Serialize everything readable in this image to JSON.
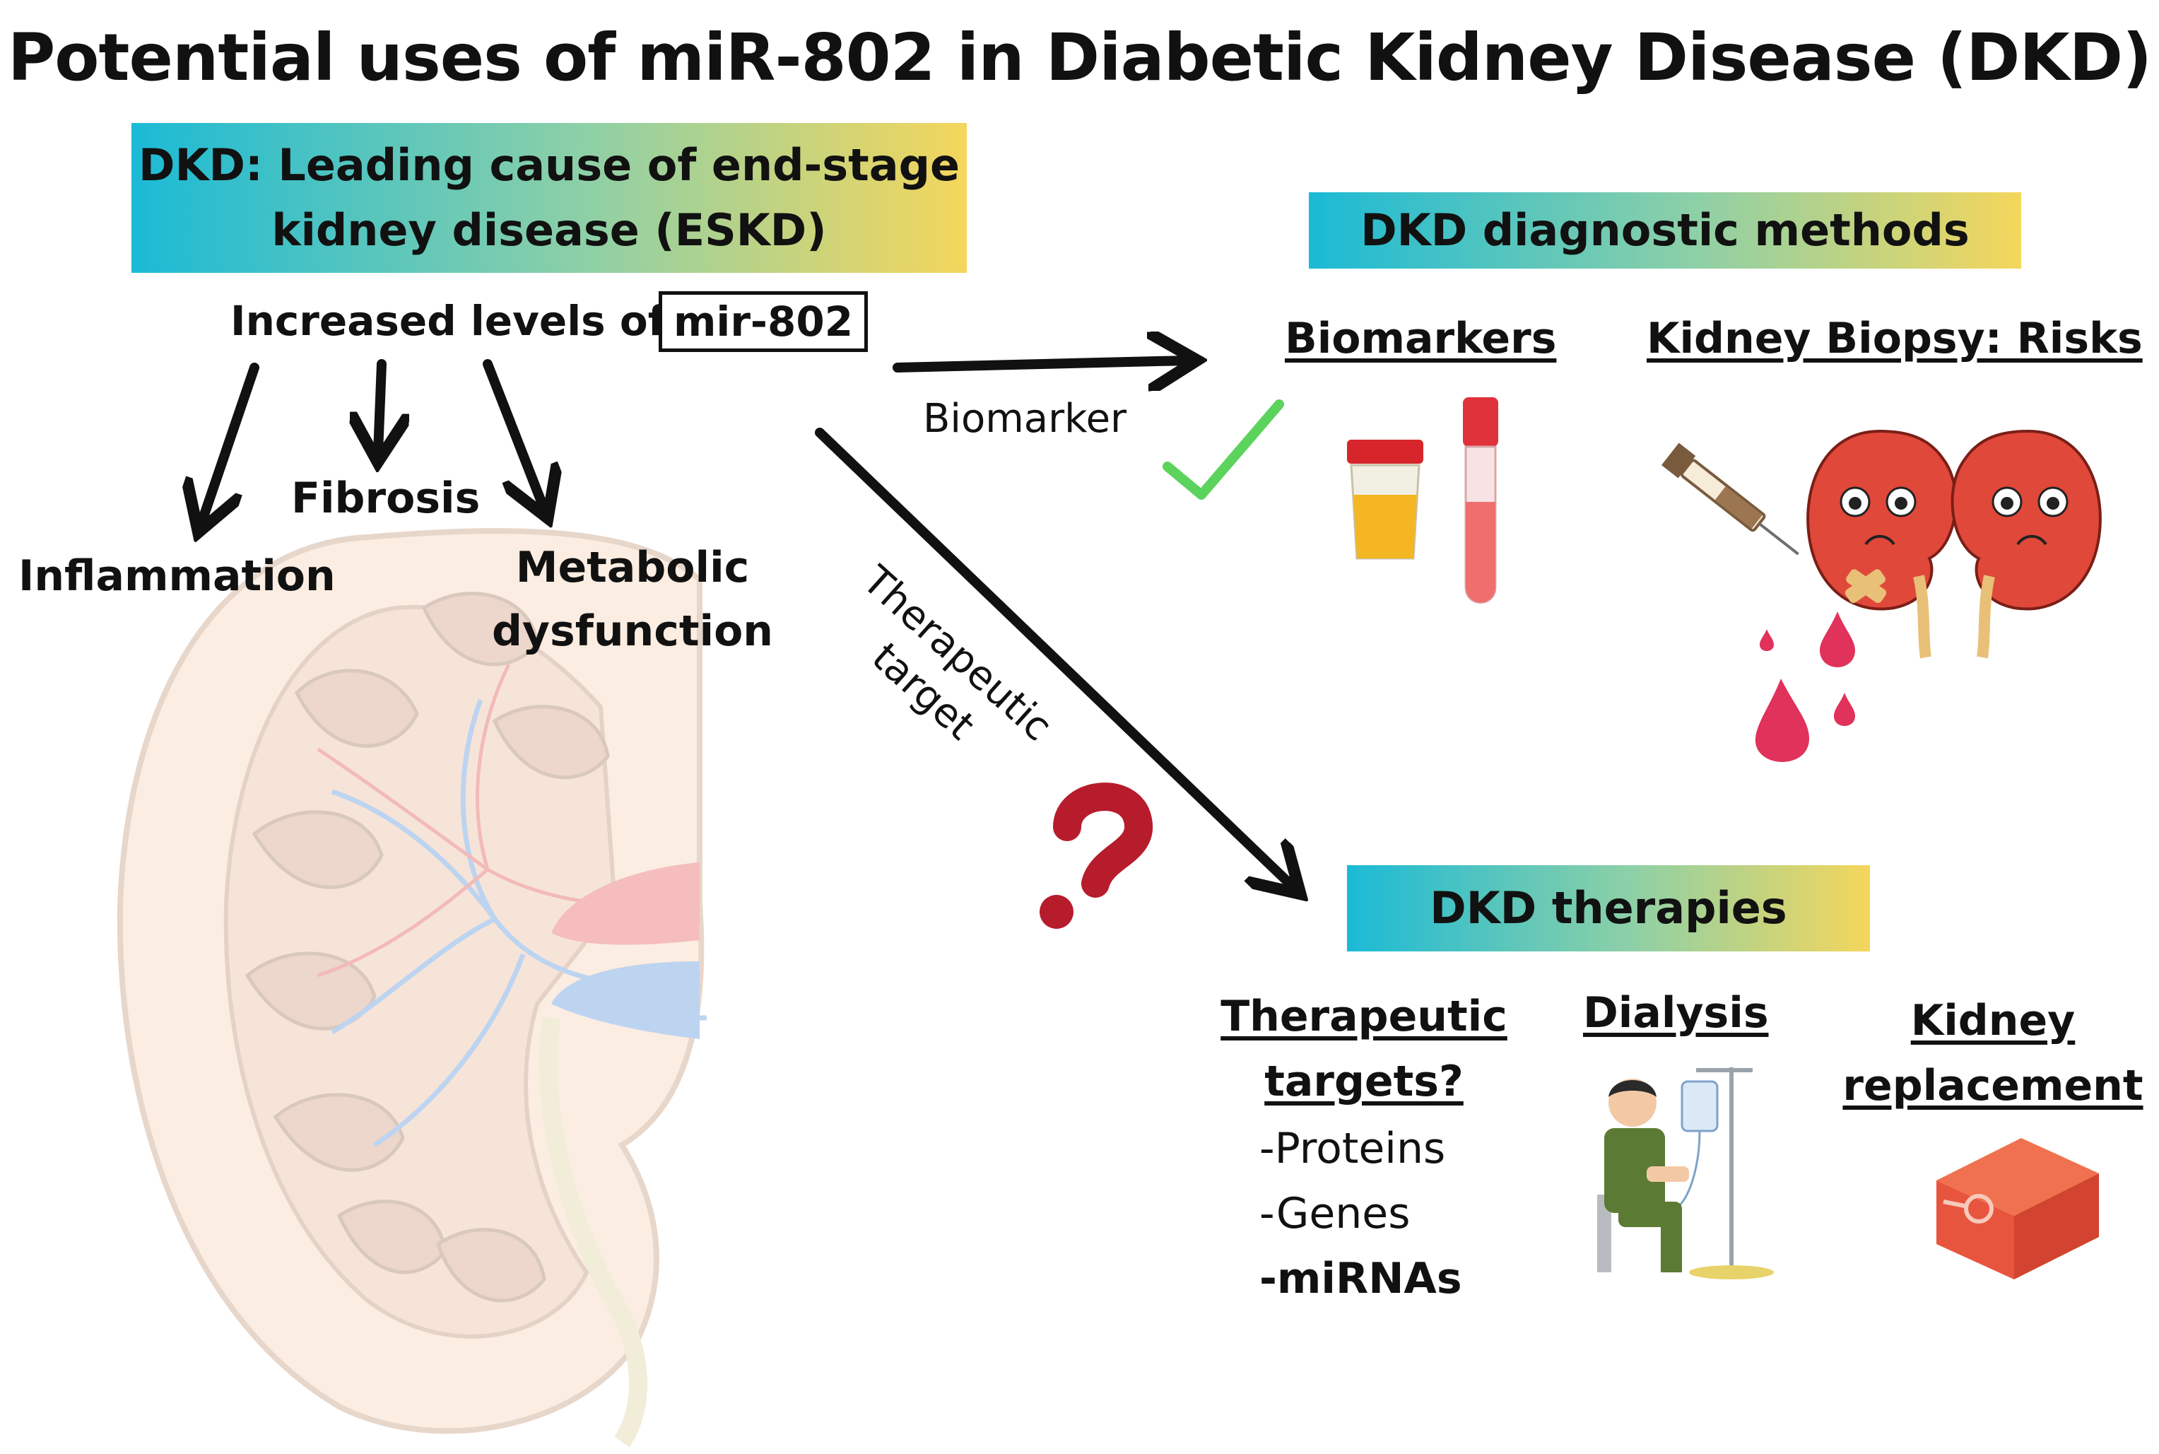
{
  "title": "Potential uses of miR-802 in Diabetic Kidney Disease (DKD)",
  "dkd_banner": {
    "line1": "DKD: Leading cause of end-stage",
    "line2": "kidney disease (ESKD)"
  },
  "increased_levels": "Increased levels of",
  "mirna_box": "mir-802",
  "effects": {
    "fibrosis": "Fibrosis",
    "inflammation": "Inflammation",
    "metabolic_line1": "Metabolic",
    "metabolic_line2": "dysfunction"
  },
  "arrow_labels": {
    "biomarker": "Biomarker",
    "therapeutic_line1": "Therapeutic",
    "therapeutic_line2": "target"
  },
  "diagnostic": {
    "banner": "DKD diagnostic methods",
    "biomarkers": "Biomarkers",
    "biopsy": "Kidney Biopsy: Risks"
  },
  "therapies": {
    "banner": "DKD therapies",
    "targets_line1": "Therapeutic",
    "targets_line2": "targets?",
    "items": [
      "-Proteins",
      "-Genes",
      "-miRNAs"
    ],
    "dialysis": "Dialysis",
    "replacement_line1": "Kidney",
    "replacement_line2": "replacement"
  },
  "icons": [
    "kidney-anatomy-illustration",
    "check-icon",
    "urine-cup-icon",
    "blood-tube-icon",
    "syringe-icon",
    "sad-kidneys-icon",
    "blood-drops-icon",
    "question-mark-icon",
    "dialysis-patient-icon",
    "organ-transport-box-icon"
  ],
  "colors": {
    "banner_start": "#1bbad6",
    "banner_end": "#f4d65c",
    "check": "#5cd35c",
    "question": "#b71c2c",
    "kidney": "#e0483a",
    "blood": "#e0325a",
    "organ_box": "#e8553e"
  }
}
